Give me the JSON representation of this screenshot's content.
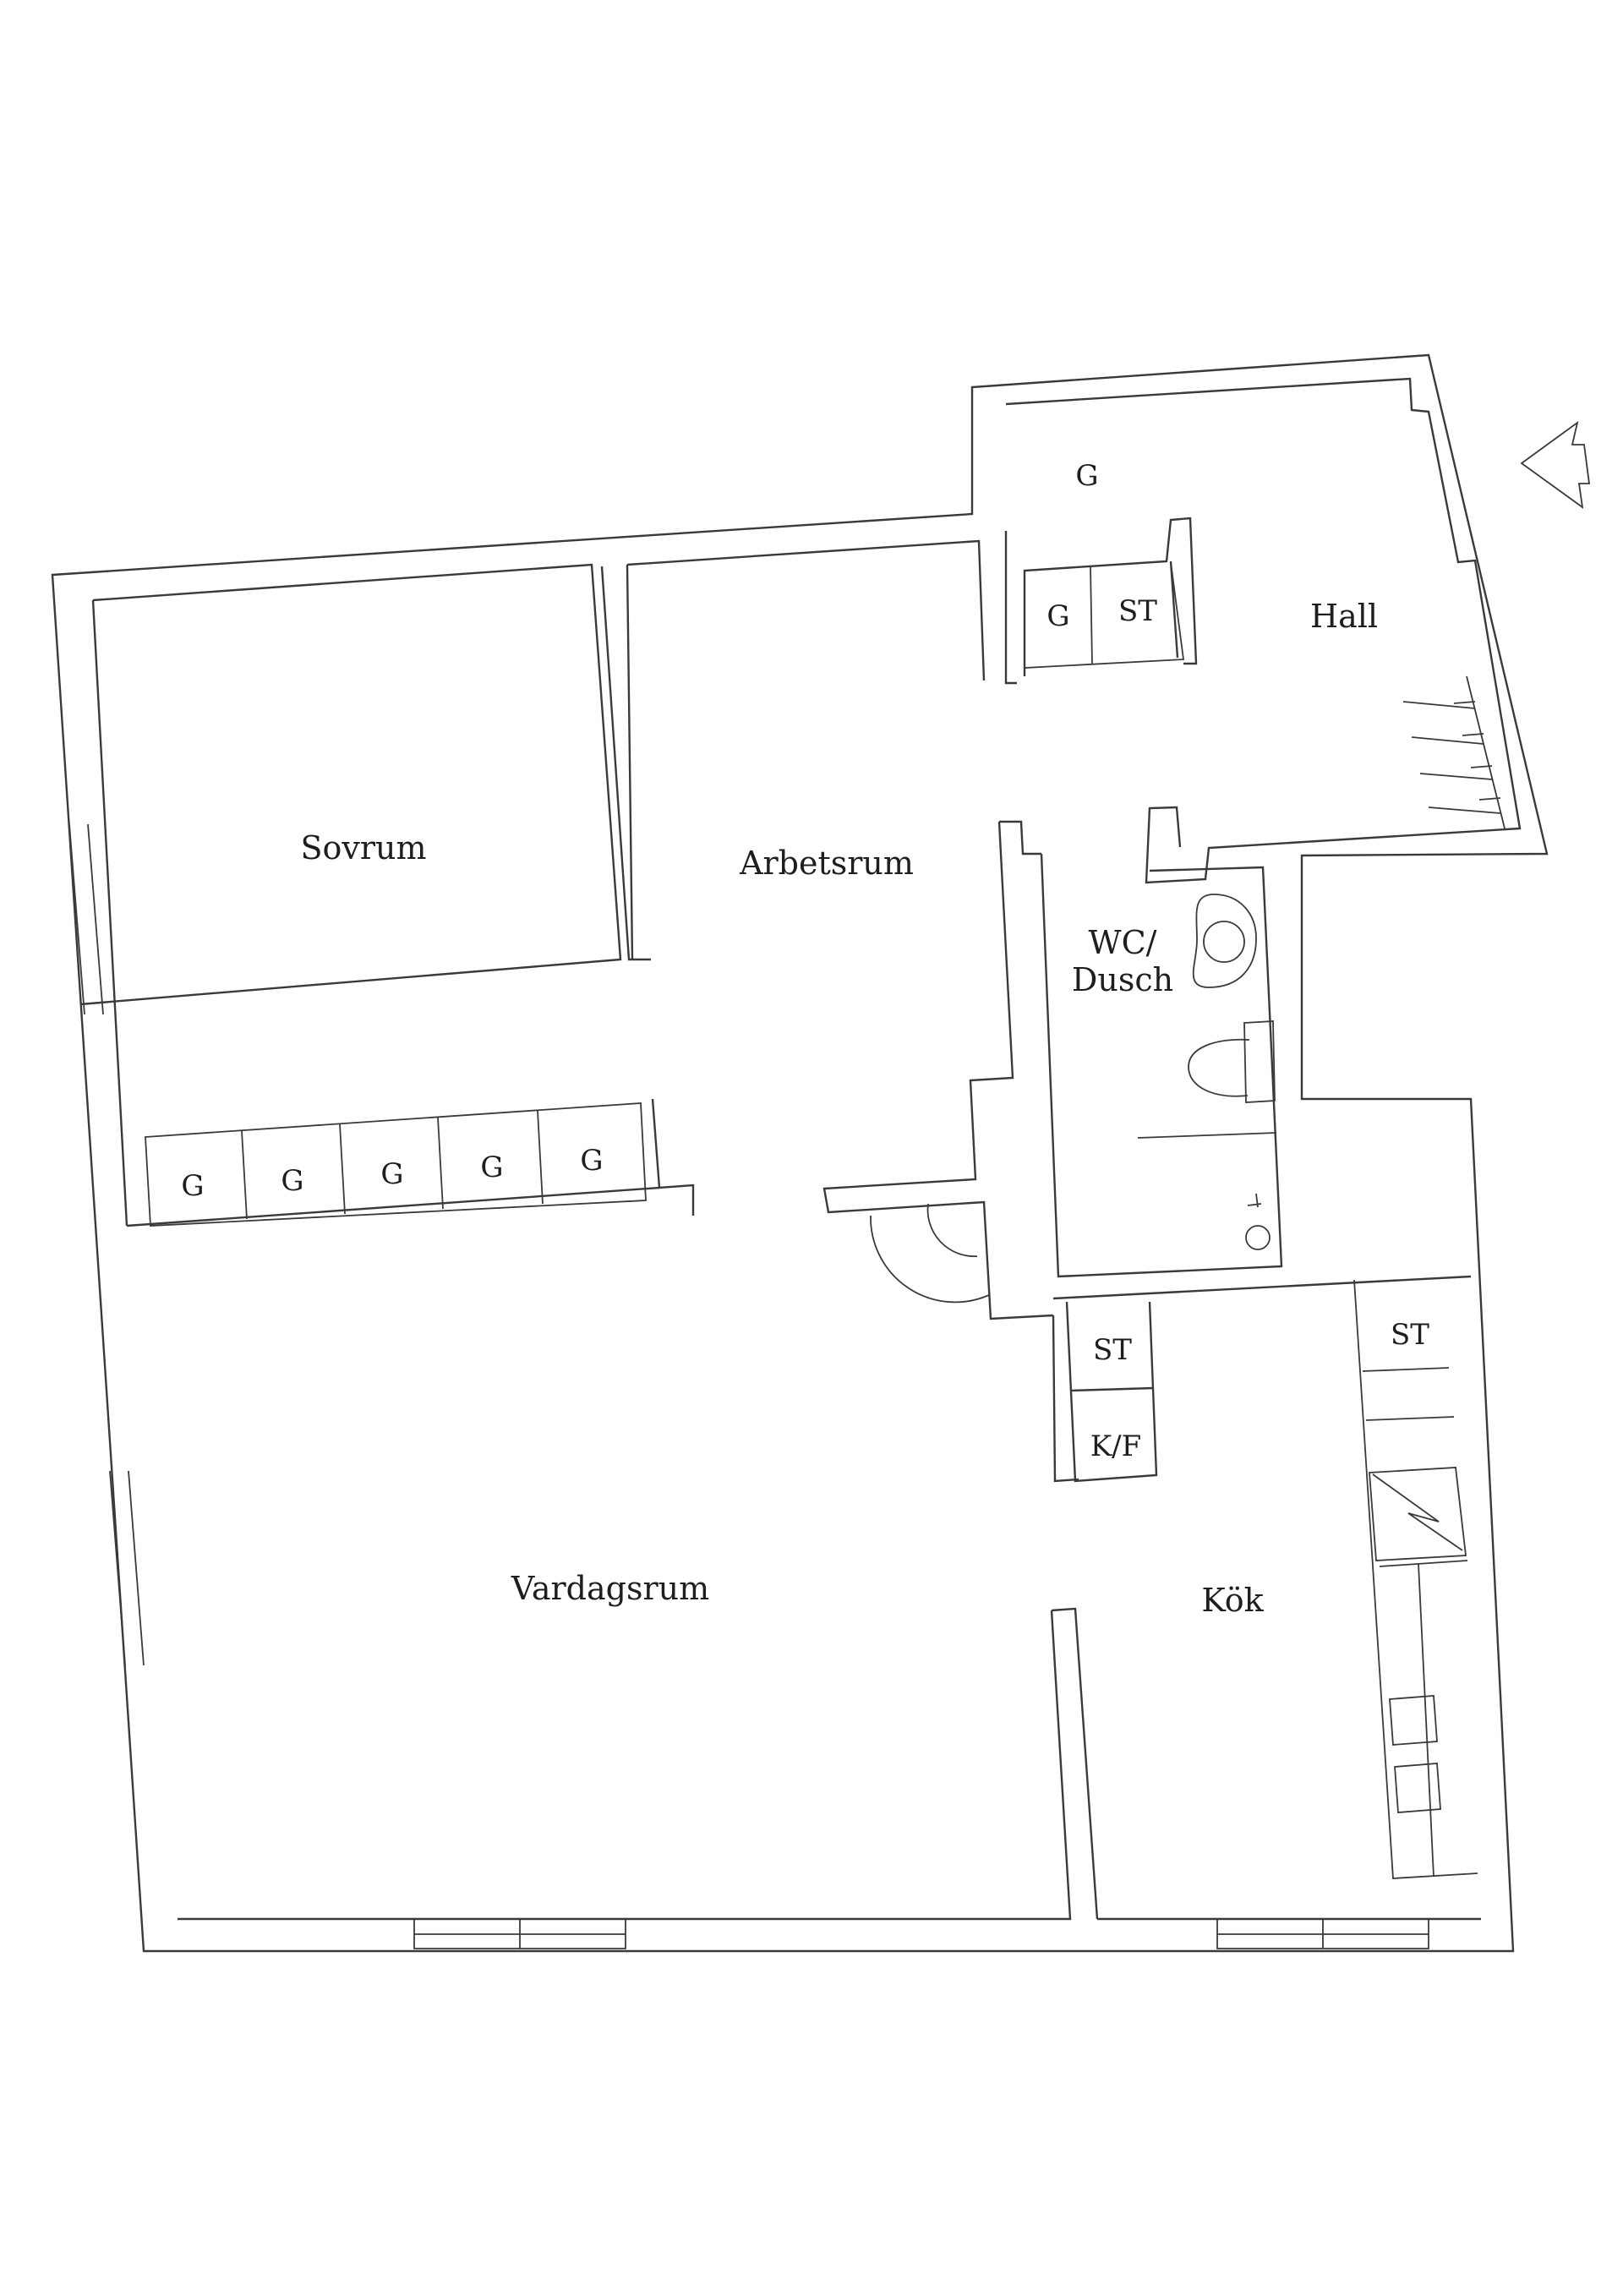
{
  "rooms": {
    "sovrum": "Sovrum",
    "arbetsrum": "Arbetsrum",
    "hall": "Hall",
    "wc_line1": "WC/",
    "wc_line2": "Dusch",
    "vardagsrum": "Vardagsrum",
    "kok": "Kök"
  },
  "storage": {
    "hall_top": "G",
    "hall_closet_g": "G",
    "hall_closet_st": "ST",
    "wardrobes": [
      "G",
      "G",
      "G",
      "G",
      "G"
    ],
    "st_left": "ST",
    "kf": "K/F",
    "st_kitchen": "ST"
  },
  "icons": {
    "entrance": "arrow-left-icon",
    "electrical": "lightning-icon"
  }
}
